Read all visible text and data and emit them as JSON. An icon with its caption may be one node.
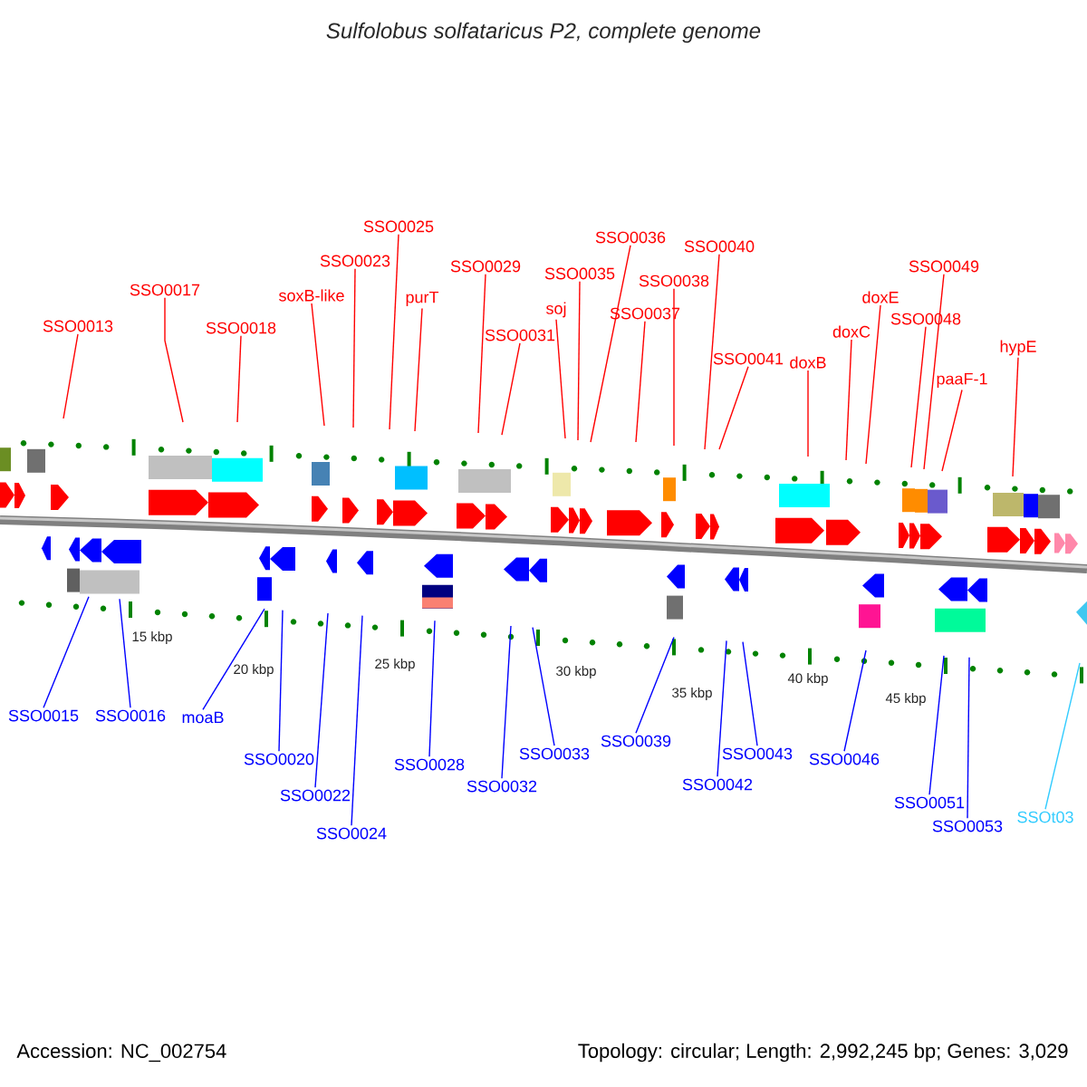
{
  "diagram": {
    "title": "Sulfolobus solfataricus P2, complete genome",
    "nodes": [
      {
        "text": [
          "SSO0013"
        ]
      },
      {
        "text": [
          "SSO0017"
        ]
      },
      {
        "text": [
          "SSO0018"
        ]
      },
      {
        "text": [
          "soxB-like"
        ]
      },
      {
        "text": [
          "SSO0023"
        ]
      },
      {
        "text": [
          "SSO0025"
        ]
      },
      {
        "text": [
          "purT"
        ]
      },
      {
        "text": [
          "SSO0029"
        ]
      },
      {
        "text": [
          "SSO0031"
        ]
      },
      {
        "text": [
          "soj"
        ]
      },
      {
        "text": [
          "SSO0035"
        ]
      },
      {
        "text": [
          "SSO0036"
        ]
      },
      {
        "text": [
          "SSO0037"
        ]
      },
      {
        "text": [
          "SSO0038"
        ]
      },
      {
        "text": [
          "SSO0040"
        ]
      },
      {
        "text": [
          "SSO0041"
        ]
      },
      {
        "text": [
          "doxB"
        ]
      },
      {
        "text": [
          "doxC"
        ]
      },
      {
        "text": [
          "doxE"
        ]
      },
      {
        "text": [
          "SSO0048"
        ]
      },
      {
        "text": [
          "SSO0049"
        ]
      },
      {
        "text": [
          "paaF-1"
        ]
      },
      {
        "text": [
          "hypE"
        ]
      },
      {
        "text": [
          "SSO0015"
        ]
      },
      {
        "text": [
          "SSO0016"
        ]
      },
      {
        "text": [
          "moaB"
        ]
      },
      {
        "text": [
          "SSO0020"
        ]
      },
      {
        "text": [
          "SSO0022"
        ]
      },
      {
        "text": [
          "SSO0024"
        ]
      },
      {
        "text": [
          "SSO0028"
        ]
      },
      {
        "text": [
          "SSO0032"
        ]
      },
      {
        "text": [
          "SSO0033"
        ]
      },
      {
        "text": [
          "SSO0039"
        ]
      },
      {
        "text": [
          "SSO0042"
        ]
      },
      {
        "text": [
          "SSO0043"
        ]
      },
      {
        "text": [
          "SSO0046"
        ]
      },
      {
        "text": [
          "SSO0051"
        ]
      },
      {
        "text": [
          "SSO0053"
        ]
      },
      {
        "text": [
          "SSOt03"
        ]
      }
    ],
    "edges": [
      {
        "from": 0,
        "to": null,
        "arrow": "none"
      },
      {
        "from": 1,
        "to": null,
        "arrow": "none"
      },
      {
        "from": 2,
        "to": null,
        "arrow": "none"
      },
      {
        "from": 3,
        "to": null,
        "arrow": "none"
      },
      {
        "from": 4,
        "to": null,
        "arrow": "none"
      },
      {
        "from": 5,
        "to": null,
        "arrow": "none"
      },
      {
        "from": 6,
        "to": null,
        "arrow": "none"
      },
      {
        "from": 7,
        "to": null,
        "arrow": "none"
      },
      {
        "from": 8,
        "to": null,
        "arrow": "none"
      },
      {
        "from": 9,
        "to": null,
        "arrow": "none"
      },
      {
        "from": 10,
        "to": null,
        "arrow": "none"
      },
      {
        "from": 11,
        "to": null,
        "arrow": "none"
      },
      {
        "from": 12,
        "to": null,
        "arrow": "none"
      },
      {
        "from": 13,
        "to": null,
        "arrow": "none"
      },
      {
        "from": 14,
        "to": null,
        "arrow": "none"
      },
      {
        "from": 15,
        "to": null,
        "arrow": "none"
      },
      {
        "from": 16,
        "to": null,
        "arrow": "none"
      },
      {
        "from": 17,
        "to": null,
        "arrow": "none"
      },
      {
        "from": 18,
        "to": null,
        "arrow": "none"
      },
      {
        "from": 19,
        "to": null,
        "arrow": "none"
      },
      {
        "from": 20,
        "to": null,
        "arrow": "none"
      },
      {
        "from": 21,
        "to": null,
        "arrow": "none"
      },
      {
        "from": 22,
        "to": null,
        "arrow": "none"
      },
      {
        "from": 23,
        "to": null,
        "arrow": "none",
        "color": "#0000ff"
      },
      {
        "from": 24,
        "to": null,
        "arrow": "none",
        "color": "#0000ff"
      },
      {
        "from": 25,
        "to": null,
        "arrow": "none",
        "color": "#0000ff"
      },
      {
        "from": 26,
        "to": null,
        "arrow": "none",
        "color": "#0000ff"
      },
      {
        "from": 27,
        "to": null,
        "arrow": "none",
        "color": "#0000ff"
      },
      {
        "from": 28,
        "to": null,
        "arrow": "none",
        "color": "#0000ff"
      },
      {
        "from": 29,
        "to": null,
        "arrow": "none",
        "color": "#0000ff"
      },
      {
        "from": 30,
        "to": null,
        "arrow": "none",
        "color": "#0000ff"
      },
      {
        "from": 31,
        "to": null,
        "arrow": "none",
        "color": "#0000ff"
      },
      {
        "from": 32,
        "to": null,
        "arrow": "none",
        "color": "#0000ff"
      },
      {
        "from": 33,
        "to": null,
        "arrow": "none",
        "color": "#0000ff"
      },
      {
        "from": 34,
        "to": null,
        "arrow": "none",
        "color": "#0000ff"
      },
      {
        "from": 35,
        "to": null,
        "arrow": "none",
        "color": "#0000ff"
      },
      {
        "from": 36,
        "to": null,
        "arrow": "none",
        "color": "#0000ff"
      },
      {
        "from": 37,
        "to": null,
        "arrow": "none",
        "color": "#0000ff"
      },
      {
        "from": 38,
        "to": null,
        "arrow": "none",
        "color": "#33ccff"
      }
    ],
    "labels": [
      "15 kbp",
      "20 kbp",
      "25 kbp",
      "30 kbp",
      "35 kbp",
      "40 kbp",
      "45 kbp",
      "Accession: NC_002754",
      "Topology: circular; Length: 2,992,245 bp; Genes: 3,029"
    ]
  }
}
